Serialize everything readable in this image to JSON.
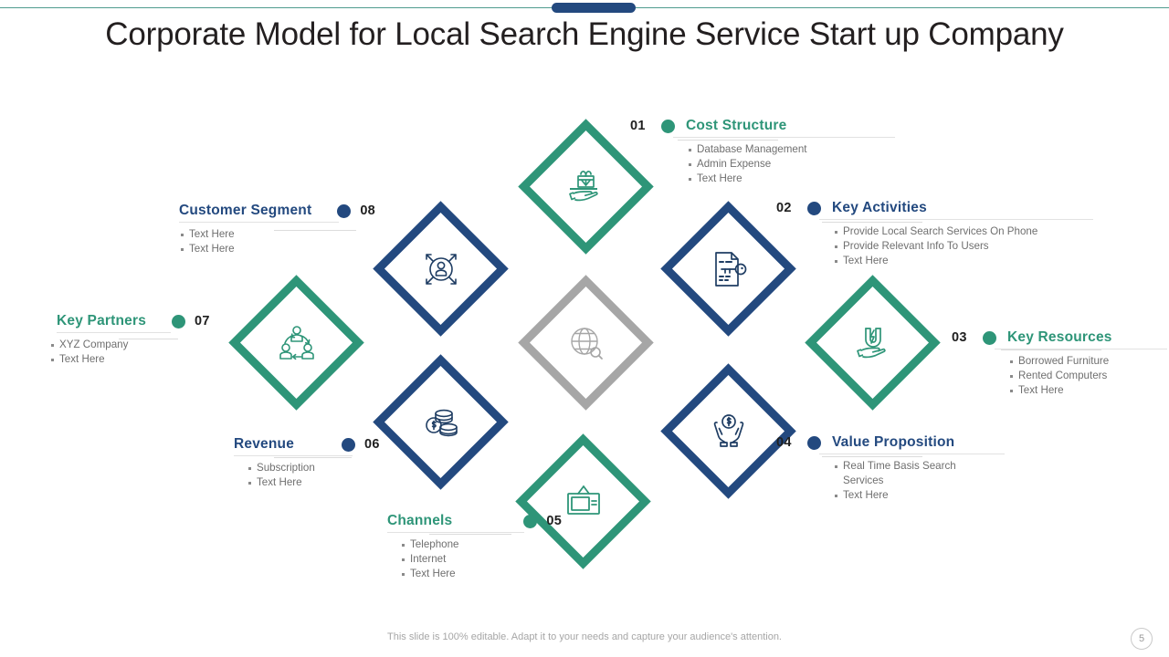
{
  "slide": {
    "title": "Corporate Model for Local Search Engine Service Start up Company",
    "footer_note": "This slide is 100% editable. Adapt it to your needs and capture your audience's attention.",
    "page_number": "5"
  },
  "colors": {
    "teal": "#2e9578",
    "navy": "#23497f",
    "gray": "#a6a6a6",
    "bullet_text": "#6f6f6f",
    "title": "#231f20"
  },
  "center": {
    "icon": "globe-search-icon",
    "color": "#a6a6a6"
  },
  "blocks": [
    {
      "number": "01",
      "title": "Cost Structure",
      "color": "teal",
      "icon": "hand-holding-diamond-gift-icon",
      "bullets": [
        "Database Management",
        "Admin Expense",
        "Text Here"
      ]
    },
    {
      "number": "02",
      "title": "Key Activities",
      "color": "navy",
      "icon": "document-key-icon",
      "bullets": [
        "Provide  Local Search Services On Phone",
        "Provide  Relevant  Info To Users",
        "Text Here"
      ]
    },
    {
      "number": "03",
      "title": "Key Resources",
      "color": "teal",
      "icon": "hand-holding-magnet-icon",
      "bullets": [
        "Borrowed  Furniture",
        "Rented Computers",
        "Text Here"
      ]
    },
    {
      "number": "04",
      "title": "Value Proposition",
      "color": "navy",
      "icon": "hands-holding-dollar-icon",
      "bullets": [
        "Real Time Basis Search Services",
        "Text Here"
      ]
    },
    {
      "number": "05",
      "title": "Channels",
      "color": "teal",
      "icon": "television-icon",
      "bullets": [
        "Telephone",
        "Internet",
        "Text Here"
      ]
    },
    {
      "number": "06",
      "title": "Revenue",
      "color": "navy",
      "icon": "coin-stack-icon",
      "bullets": [
        "Subscription",
        "Text Here"
      ]
    },
    {
      "number": "07",
      "title": "Key Partners",
      "color": "teal",
      "icon": "people-network-icon",
      "bullets": [
        "XYZ  Company",
        "Text Here"
      ]
    },
    {
      "number": "08",
      "title": "Customer Segment",
      "color": "navy",
      "icon": "user-expand-arrows-icon",
      "bullets": [
        "Text Here",
        "Text Here"
      ]
    }
  ]
}
